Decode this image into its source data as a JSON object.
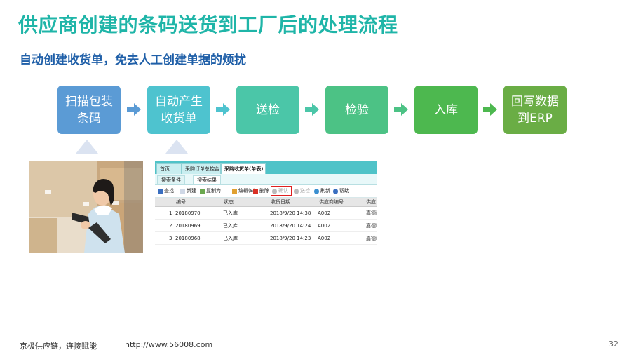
{
  "slide": {
    "title": "供应商创建的条码送货到工厂后的处理流程",
    "subtitle": "自动创建收货单，免去人工创建单据的烦扰",
    "footer_left": "京极供应链，连接赋能",
    "footer_url": "http://www.56008.com",
    "page_number": "32"
  },
  "flow": {
    "steps": [
      {
        "label": "扫描包装\n条码",
        "color": "#5b9bd5"
      },
      {
        "label": "自动产生\n收货单",
        "color": "#4ec3cf"
      },
      {
        "label": "送检",
        "color": "#4bc6a8"
      },
      {
        "label": "检验",
        "color": "#4cc285"
      },
      {
        "label": "入库",
        "color": "#4db84f"
      },
      {
        "label": "回写数据\n到ERP",
        "color": "#6aad45"
      }
    ],
    "arrow_colors": [
      "#5b9bd5",
      "#4ec3cf",
      "#4bc6a8",
      "#4cc285",
      "#4db84f"
    ],
    "pointer_color": "#dbe3f1"
  },
  "app": {
    "tabs": [
      "首页",
      "采购订单总控台",
      "采购收货单(单表)"
    ],
    "active_tab": 2,
    "subtabs": [
      "搜索条件",
      "搜索结果"
    ],
    "active_subtab": 1,
    "toolbar": [
      {
        "label": "查找",
        "icon": "binoculars-icon",
        "color": "#3a6fc0",
        "disabled": false
      },
      {
        "label": "新建",
        "icon": "new-doc-icon",
        "color": "#cfd8e6",
        "disabled": false
      },
      {
        "label": "复制为",
        "icon": "copy-icon",
        "color": "#6aa84f",
        "disabled": false
      },
      {
        "label": "编辑(E)",
        "icon": "edit-icon",
        "color": "#e0a030",
        "disabled": false
      },
      {
        "label": "删除",
        "icon": "delete-icon",
        "color": "#d93025",
        "disabled": false
      },
      {
        "label": "确认",
        "icon": "confirm-icon",
        "color": "#bbbbbb",
        "disabled": true
      },
      {
        "label": "送检",
        "icon": "inspect-icon",
        "color": "#bbbbbb",
        "disabled": true
      },
      {
        "label": "刷新",
        "icon": "refresh-icon",
        "color": "#3a8fd0",
        "disabled": false
      },
      {
        "label": "帮助",
        "icon": "help-icon",
        "color": "#3a6fc0",
        "disabled": false
      }
    ],
    "columns": [
      "编号",
      "状态",
      "收货日期",
      "供应商编号",
      "供应"
    ],
    "rows": [
      {
        "idx": "1",
        "code": "20180970",
        "status": "已入库",
        "date": "2018/9/20 14:38",
        "supplier": "A002",
        "extra": "嘉德i"
      },
      {
        "idx": "2",
        "code": "20180969",
        "status": "已入库",
        "date": "2018/9/20 14:24",
        "supplier": "A002",
        "extra": "嘉德i"
      },
      {
        "idx": "3",
        "code": "20180968",
        "status": "已入库",
        "date": "2018/9/20 14:23",
        "supplier": "A002",
        "extra": "嘉德i"
      }
    ]
  }
}
